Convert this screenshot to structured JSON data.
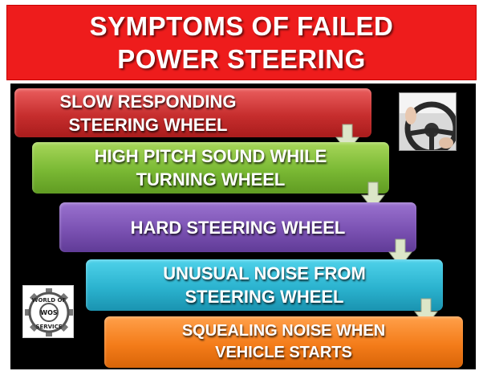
{
  "title": {
    "line1": "SYMPTOMS OF FAILED",
    "line2": "POWER STEERING"
  },
  "steps": [
    {
      "line1": "SLOW RESPONDING",
      "line2": "STEERING WHEEL",
      "color": "#c72e2e"
    },
    {
      "line1": "HIGH PITCH SOUND WHILE",
      "line2": "TURNING WHEEL",
      "color": "#7ab934"
    },
    {
      "line1": "HARD STEERING WHEEL",
      "color": "#7b52b3"
    },
    {
      "line1": "UNUSUAL NOISE FROM",
      "line2": "STEERING WHEEL",
      "color": "#2bb3cf"
    },
    {
      "line1": "SQUEALING NOISE WHEN",
      "line2": "VEHICLE STARTS",
      "color": "#f47c1a"
    }
  ],
  "logo": {
    "top_text": "WORLD OF",
    "center_text": "WOS",
    "bottom_text": "SERVICE"
  },
  "colors": {
    "header": "#ee1c1c",
    "background": "#000000",
    "arrow": "#dce6c8"
  },
  "icons": {
    "photo": "steering-wheel-photo",
    "logo": "gear-logo-icon",
    "arrows": "down-arrow-icon"
  }
}
